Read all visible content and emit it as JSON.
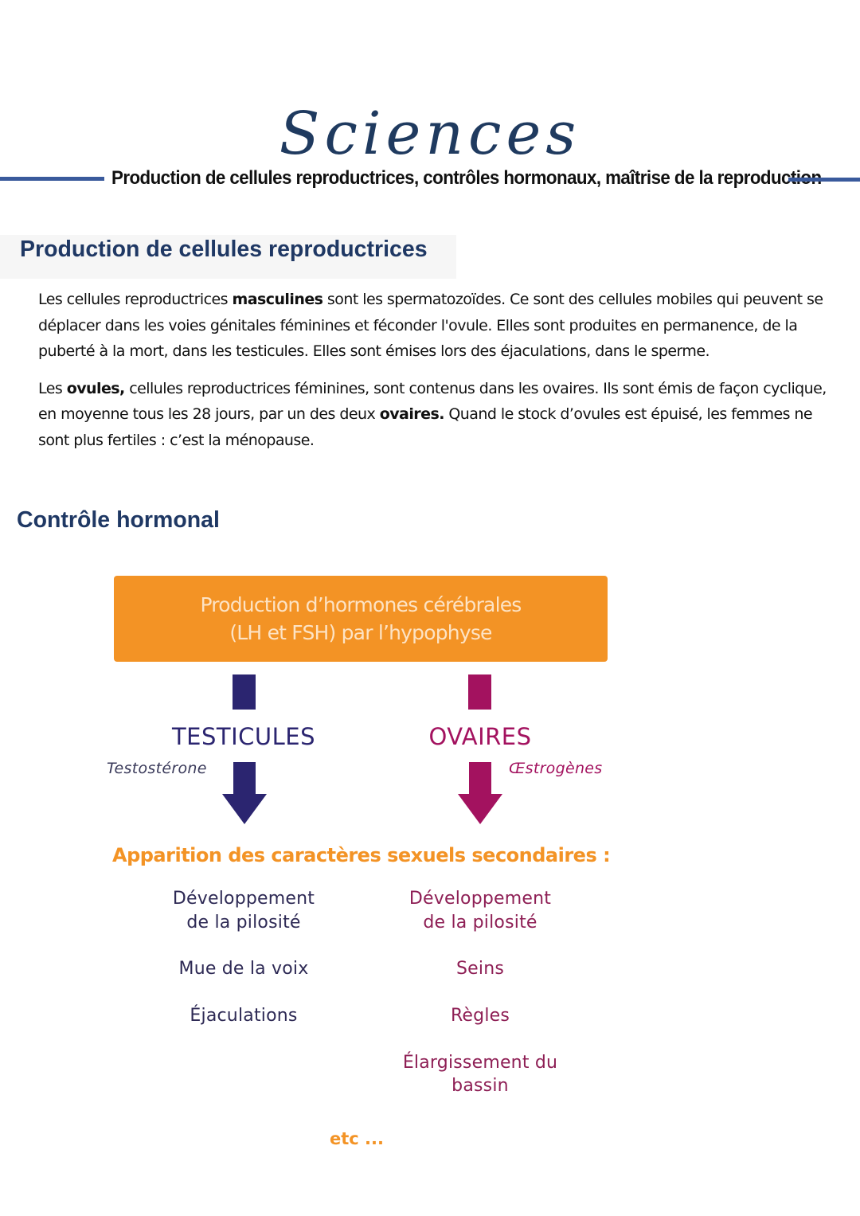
{
  "header": {
    "title": "Sciences",
    "subtitle": "Production de cellules reproductrices, contrôles hormonaux, maîtrise de la reproduction",
    "line_color": "#3a5a9c"
  },
  "section1": {
    "heading": "Production de cellules reproductrices",
    "paragraph1": {
      "before": "Les cellules reproductrices ",
      "bold": "masculines",
      "after": " sont les spermatozoïdes. Ce sont des cellules mobiles qui peuvent se déplacer dans les voies génitales féminines et féconder l'ovule. Elles sont produites en permanence, de la puberté à la mort, dans les testicules. Elles sont émises lors des éjaculations, dans le sperme."
    },
    "paragraph2": {
      "p1": "Les ",
      "bold1": "ovules,",
      "p2": " cellules reproductrices féminines, sont contenus dans les ovaires. Ils sont émis de façon cyclique, en moyenne tous les 28 jours, par un des deux ",
      "bold2": "ovaires.",
      "p3": " Quand le stock d’ovules est épuisé, les femmes ne sont plus fertiles : c’est la ménopause."
    }
  },
  "section2": {
    "heading": "Contrôle hormonal",
    "diagram": {
      "top_box": {
        "line1": "Production d’hormones cérébrales",
        "line2": "(LH et FSH) par l’hypophyse",
        "color": "#f39325"
      },
      "male": {
        "organ": "TESTICULES",
        "hormone": "Testostérone",
        "color": "#2b2570",
        "traits": [
          "Développement",
          "de la pilosité",
          "Mue de la voix",
          "Éjaculations"
        ]
      },
      "female": {
        "organ": "OVAIRES",
        "hormone": "Œstrogènes",
        "color": "#a3125f",
        "traits": [
          "Développement",
          "de la pilosité",
          "Seins",
          "Règles",
          "Élargissement du",
          "bassin"
        ]
      },
      "secondary_title": "Apparition des caractères sexuels secondaires :",
      "etc": "etc ..."
    }
  }
}
